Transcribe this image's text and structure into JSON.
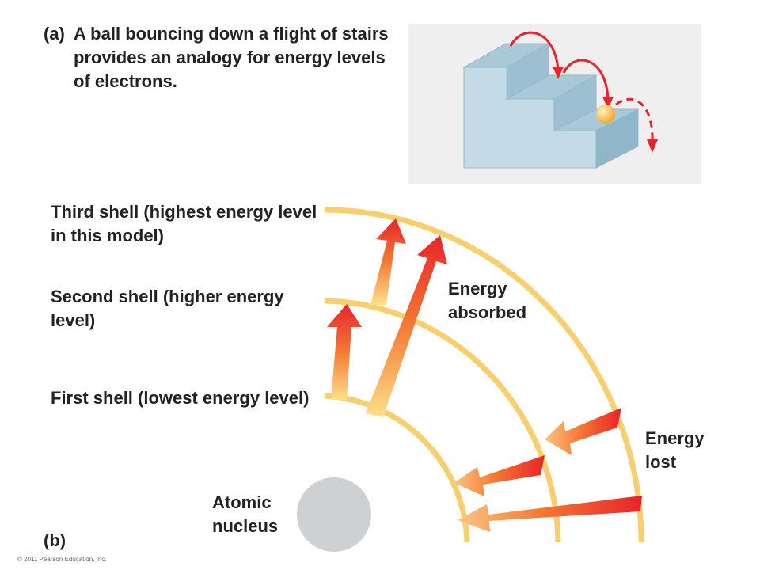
{
  "caption_a": {
    "tag": "(a)",
    "text": "A ball bouncing down a flight of stairs provides an analogy for energy levels of electrons."
  },
  "labels": {
    "third_shell": "Third shell (highest energy level in this model)",
    "second_shell": "Second shell (higher energy level)",
    "first_shell": "First shell (lowest energy level)",
    "energy_absorbed": "Energy absorbed",
    "energy_lost": "Energy lost",
    "atomic_nucleus": "Atomic nucleus",
    "tag_b": "(b)"
  },
  "copyright": "© 2011 Pearson Education, Inc.",
  "colors": {
    "shell": "#f8cf6f",
    "arrow_red": "#e8232a",
    "arrow_yellow": "#fde08a",
    "nucleus": "#cfd0d2",
    "stair_face": "#c3dbe6",
    "stair_top": "#aac9d8",
    "stair_side": "#8fb6c9",
    "ball": "#f6b43c"
  }
}
